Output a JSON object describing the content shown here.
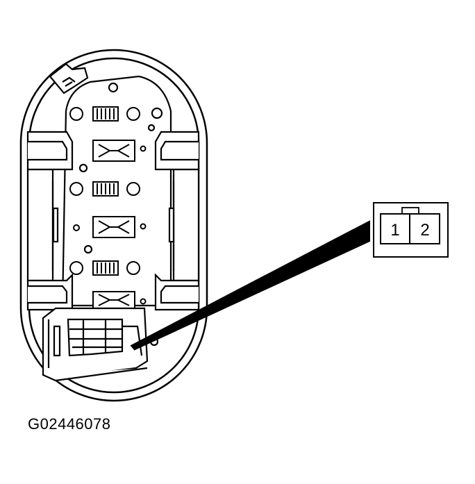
{
  "figure": {
    "id": "G02446078"
  },
  "connector_view": {
    "pins": [
      "1",
      "2"
    ]
  },
  "colors": {
    "line": "#000000",
    "background": "#ffffff"
  }
}
